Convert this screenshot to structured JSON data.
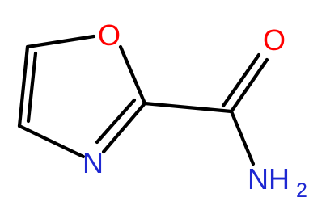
{
  "colors": {
    "bond": "#000000",
    "oxygen": "#ff0000",
    "nitrogen": "#1e28d2",
    "background": "#ffffff"
  },
  "atoms": {
    "ring_oxygen": "O",
    "ring_nitrogen": "N",
    "carbonyl_oxygen": "O",
    "amide_nitrogen": "NH",
    "amide_subscript": "2"
  }
}
